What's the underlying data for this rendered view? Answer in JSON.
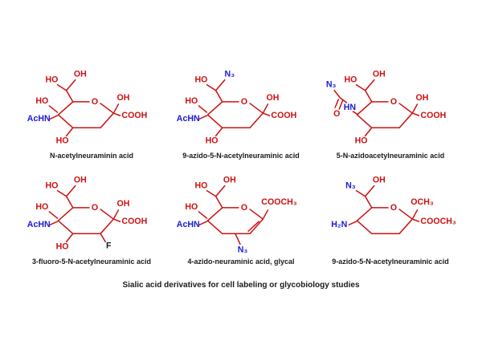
{
  "colors": {
    "bond": "#cc1111",
    "red": "#cc1111",
    "blue": "#1a1ad6",
    "text": "#1a1a1a"
  },
  "caption": "Sialic acid derivatives for cell labeling or glycobiology studies",
  "molecules": [
    {
      "name": "N-acetylneuraminin acid",
      "labels": {
        "sc_ho": "HO",
        "sc_oh": "OH",
        "ho_left": "HO",
        "amine": "AcHN",
        "ho_bottom": "HO",
        "ring_o": "O",
        "acid": "COOH",
        "oh_anomeric": "OH"
      }
    },
    {
      "name": "9-azido-5-N-acetylneuraminic acid",
      "labels": {
        "sc_ho": "HO",
        "azide": "N₃",
        "ho_left": "HO",
        "amine": "AcHN",
        "ho_bottom": "HO",
        "ring_o": "O",
        "acid": "COOH",
        "oh_anomeric": "OH"
      }
    },
    {
      "name": "5-N-azidoacetylneuraminic acid",
      "labels": {
        "azide": "N₃",
        "carbonyl_o": "O",
        "amide_hn": "HN",
        "sc_ho": "HO",
        "sc_oh": "OH",
        "ho_bottom": "HO",
        "ring_o": "O",
        "acid": "COOH",
        "oh_anomeric": "OH"
      }
    },
    {
      "name": "3-fluoro-5-N-acetylneuraminic acid",
      "labels": {
        "sc_ho": "HO",
        "sc_oh": "OH",
        "ho_left": "HO",
        "amine": "AcHN",
        "ho_bottom": "HO",
        "ring_o": "O",
        "acid": "COOH",
        "oh_anomeric": "OH",
        "fluoro": "F"
      }
    },
    {
      "name": "4-azido-neuraminic acid, glycal",
      "labels": {
        "sc_ho": "HO",
        "sc_oh": "OH",
        "ho_left": "HO",
        "amine": "AcHN",
        "azide": "N₃",
        "ring_o": "O",
        "ester": "COOCH₃"
      }
    },
    {
      "name": "9-azido-5-N-acetylneuraminic acid",
      "labels": {
        "azide": "N₃",
        "sc_oh": "OH",
        "amine": "H₂N",
        "ring_o": "O",
        "ome": "OCH₃",
        "ester": "COOCH₃"
      }
    }
  ]
}
